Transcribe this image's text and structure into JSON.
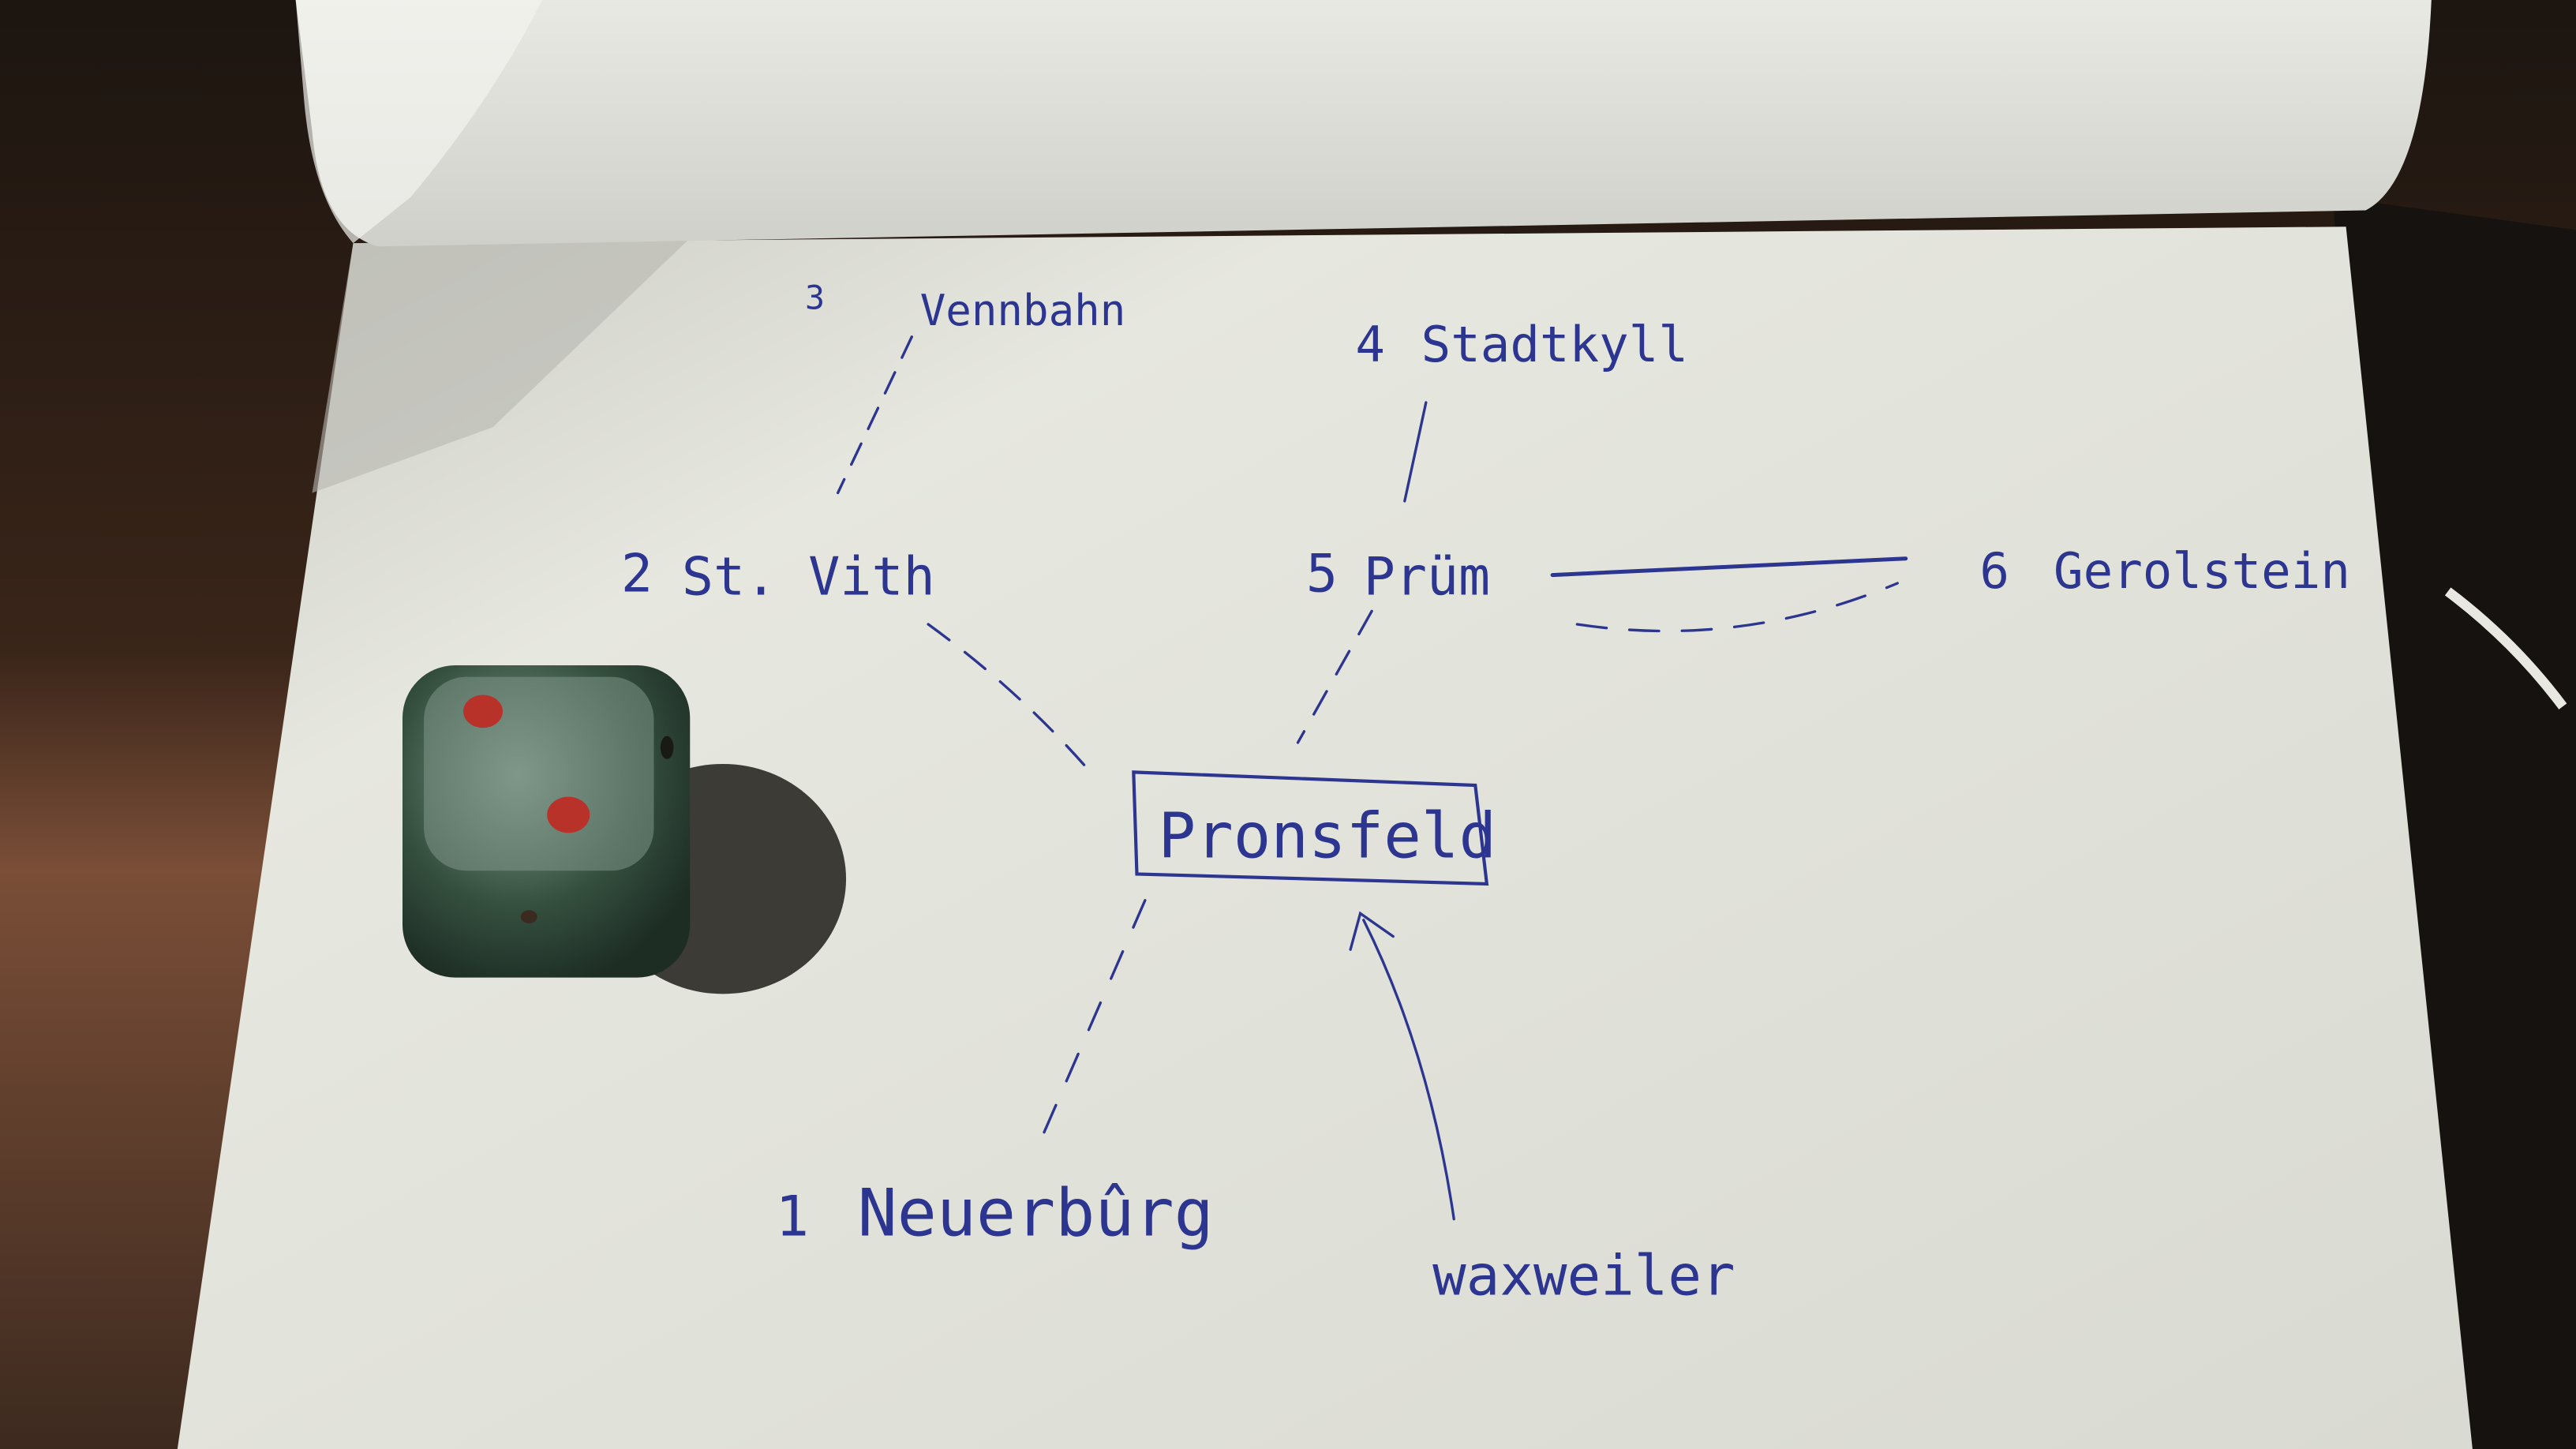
{
  "diagram": {
    "center": {
      "label": "Pronsfeld"
    },
    "nodes": [
      {
        "number": "1",
        "label": "Neuerbûrg"
      },
      {
        "number": "2",
        "label": "St. Vith"
      },
      {
        "number": "3",
        "label": "Vennbahn"
      },
      {
        "number": "4",
        "label": "Stadtkyll"
      },
      {
        "number": "5",
        "label": "Prüm"
      },
      {
        "number": "6",
        "label": "Gerolstein"
      }
    ],
    "extra": {
      "label": "waxweiler"
    },
    "edges": [
      {
        "from": "Vennbahn",
        "to": "St. Vith",
        "style": "dashed"
      },
      {
        "from": "Stadtkyll",
        "to": "Prüm",
        "style": "solid"
      },
      {
        "from": "Prüm",
        "to": "Gerolstein",
        "style": "solid"
      },
      {
        "from": "Prüm",
        "to": "Gerolstein",
        "style": "dashed"
      },
      {
        "from": "St. Vith",
        "to": "Pronsfeld",
        "style": "dashed"
      },
      {
        "from": "Prüm",
        "to": "Pronsfeld",
        "style": "dashed"
      },
      {
        "from": "Pronsfeld",
        "to": "Neuerbûrg",
        "style": "dashed"
      },
      {
        "from": "waxweiler",
        "to": "Pronsfeld",
        "style": "arrow"
      }
    ]
  },
  "colors": {
    "ink": "#2c3590",
    "paper": "#e4e5dc",
    "die": "#2f4a3a",
    "pip": "#b8322a"
  }
}
